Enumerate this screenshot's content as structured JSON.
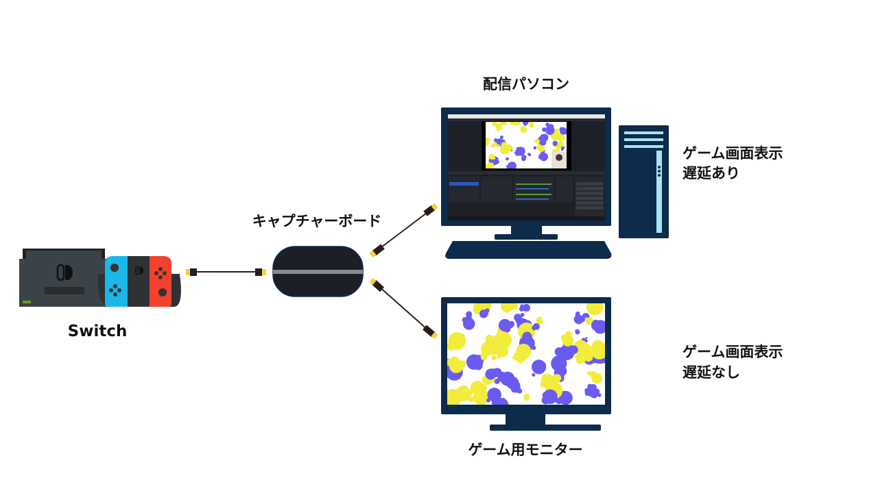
{
  "labels": {
    "streaming_pc": "配信パソコン",
    "capture_board": "キャプチャーボード",
    "switch": "Switch",
    "pc_display_line1": "ゲーム画面表示",
    "pc_display_line2": "遅延あり",
    "monitor_display_line1": "ゲーム画面表示",
    "monitor_display_line2": "遅延なし",
    "game_monitor": "ゲーム用モニター"
  },
  "colors": {
    "device_navy": "#0d2b4a",
    "tower_stripe": "#a9e3f5",
    "capture_board": "#1c1f26",
    "splat_purple": "#6a5cf0",
    "splat_yellow": "#f2ec3c",
    "joycon_blue": "#1bb7e6",
    "joycon_red": "#f2422e",
    "cable_tip": "#f3d23a"
  }
}
